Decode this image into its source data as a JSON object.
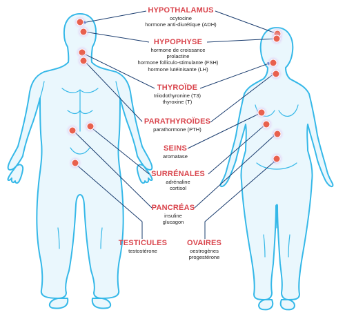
{
  "colors": {
    "title": "#d9434b",
    "text": "#222222",
    "body_outline": "#35b8e8",
    "body_fill": "#eaf7fd",
    "connector": "#1a3c6e",
    "arrow_head": "#2f5fbf",
    "gland_dot": "#e8604e",
    "gland_glow": "#c9a2e0"
  },
  "labels": [
    {
      "id": "hypothalamus",
      "title": "HYPOTHALAMUS",
      "lines": [
        "ocytocine",
        "hormone anti-diurétique (ADH)"
      ]
    },
    {
      "id": "hypophyse",
      "title": "HYPOPHYSE",
      "lines": [
        "hormone de croissance",
        "prolactine",
        "hormone folliculo-stimulante (FSH)",
        "hormone lutéinisante (LH)"
      ]
    },
    {
      "id": "thyroide",
      "title": "THYROÏDE",
      "lines": [
        "triiodothyronine (T3)",
        "thyroxine (T)"
      ]
    },
    {
      "id": "parathyroides",
      "title": "PARATHYROÏDES",
      "lines": [
        "parathormone (PTH)"
      ]
    },
    {
      "id": "seins",
      "title": "SEINS",
      "lines": [
        "aromatase"
      ]
    },
    {
      "id": "surrenales",
      "title": "SURRÉNALES",
      "lines": [
        "adrénaline",
        "cortisol"
      ]
    },
    {
      "id": "pancreas",
      "title": "PANCRÉAS",
      "lines": [
        "insuline",
        "glucagon"
      ]
    },
    {
      "id": "testicules",
      "title": "TESTICULES",
      "lines": [
        "testostérone"
      ]
    },
    {
      "id": "ovaires",
      "title": "OVAIRES",
      "lines": [
        "oestrogènes",
        "progestérone"
      ]
    }
  ]
}
